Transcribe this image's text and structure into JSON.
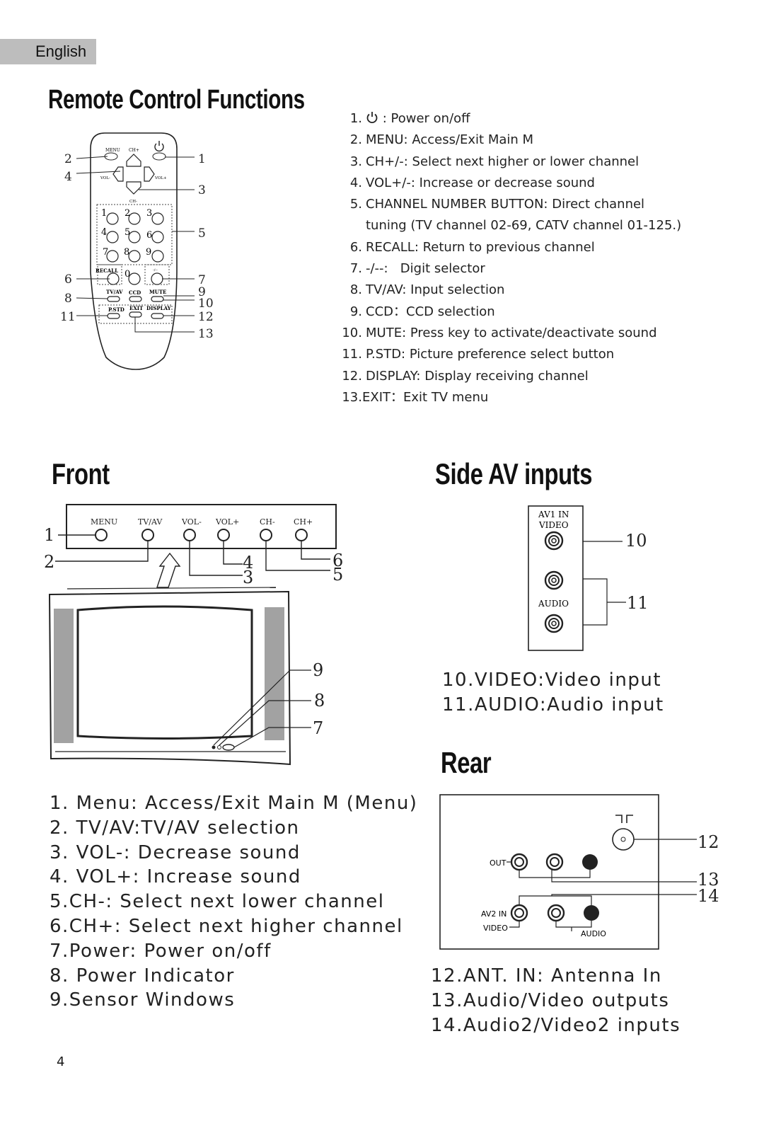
{
  "language_tab": "English",
  "remote": {
    "heading": "Remote Control Functions",
    "items": [
      {
        "num": "1.",
        "text": ": Power on/off",
        "has_power_icon": true
      },
      {
        "num": "2.",
        "text": "MENU: Access/Exit Main M"
      },
      {
        "num": "3.",
        "text": "CH+/-: Select next higher or lower channel"
      },
      {
        "num": "4.",
        "text": "VOL+/-: Increase or decrease sound"
      },
      {
        "num": "5.",
        "text": "CHANNEL NUMBER BUTTON: Direct channel",
        "continuation": "tuning (TV channel 02-69, CATV channel 01-125.)"
      },
      {
        "num": "6.",
        "text": "RECALL: Return to previous channel"
      },
      {
        "num": "7.",
        "text": "-/--:   Digit selector"
      },
      {
        "num": "8.",
        "text": "TV/AV: Input selection"
      },
      {
        "num": "9.",
        "text": "CCD：CCD selection"
      },
      {
        "num": "10.",
        "text": "MUTE: Press key to activate/deactivate sound"
      },
      {
        "num": "11.",
        "text": "P.STD: Picture preference select button"
      },
      {
        "num": "12.",
        "text": "DISPLAY: Display receiving channel"
      },
      {
        "num": "13.",
        "text": "EXIT：Exit TV menu",
        "tight": true
      }
    ],
    "button_labels": {
      "menu": "MENU",
      "ch_plus": "CH+",
      "vol_minus": "VOL-",
      "vol_plus": "VOL+",
      "ch_minus": "CH-",
      "recall": "RECALL",
      "digit": "-/--",
      "tvav": "TV/AV",
      "ccd": "CCD",
      "mute": "MUTE",
      "pstd": "P.STD",
      "exit": "EXIT",
      "display": "DISPLAY",
      "digits": [
        "1",
        "2",
        "3",
        "4",
        "5",
        "6",
        "7",
        "8",
        "9",
        "0"
      ]
    },
    "callouts": [
      "2",
      "4",
      "6",
      "8",
      "11",
      "1",
      "3",
      "5",
      "7",
      "9",
      "10",
      "12",
      "13"
    ]
  },
  "front": {
    "heading": "Front",
    "panel_labels": [
      "MENU",
      "TV/AV",
      "VOL-",
      "VOL+",
      "CH-",
      "CH+"
    ],
    "callouts": [
      "1",
      "2",
      "4",
      "3",
      "6",
      "5",
      "9",
      "8",
      "7"
    ],
    "items": [
      "1. Menu: Access/Exit Main M (Menu)",
      "2. TV/AV:TV/AV selection",
      "3. VOL-: Decrease sound",
      "4. VOL+: Increase sound",
      "5.CH-: Select next lower channel",
      "6.CH+: Select next higher channel",
      "7.Power: Power on/off",
      "8. Power Indicator",
      "9.Sensor Windows"
    ]
  },
  "side_av": {
    "heading": "Side AV inputs",
    "panel_title": "AV1 IN",
    "video_label": "VIDEO",
    "audio_label": "AUDIO",
    "callouts": [
      "10",
      "11"
    ],
    "items": [
      "10.VIDEO:Video input",
      "11.AUDIO:Audio input"
    ]
  },
  "rear": {
    "heading": "Rear",
    "out_label": "OUT",
    "av2_label": "AV2 IN",
    "video_label": "VIDEO",
    "audio_label": "AUDIO",
    "callouts": [
      "12",
      "13",
      "14"
    ],
    "items": [
      "12.ANT. IN: Antenna In",
      "13.Audio/Video outputs",
      "14.Audio2/Video2 inputs"
    ]
  },
  "page_number": "4"
}
